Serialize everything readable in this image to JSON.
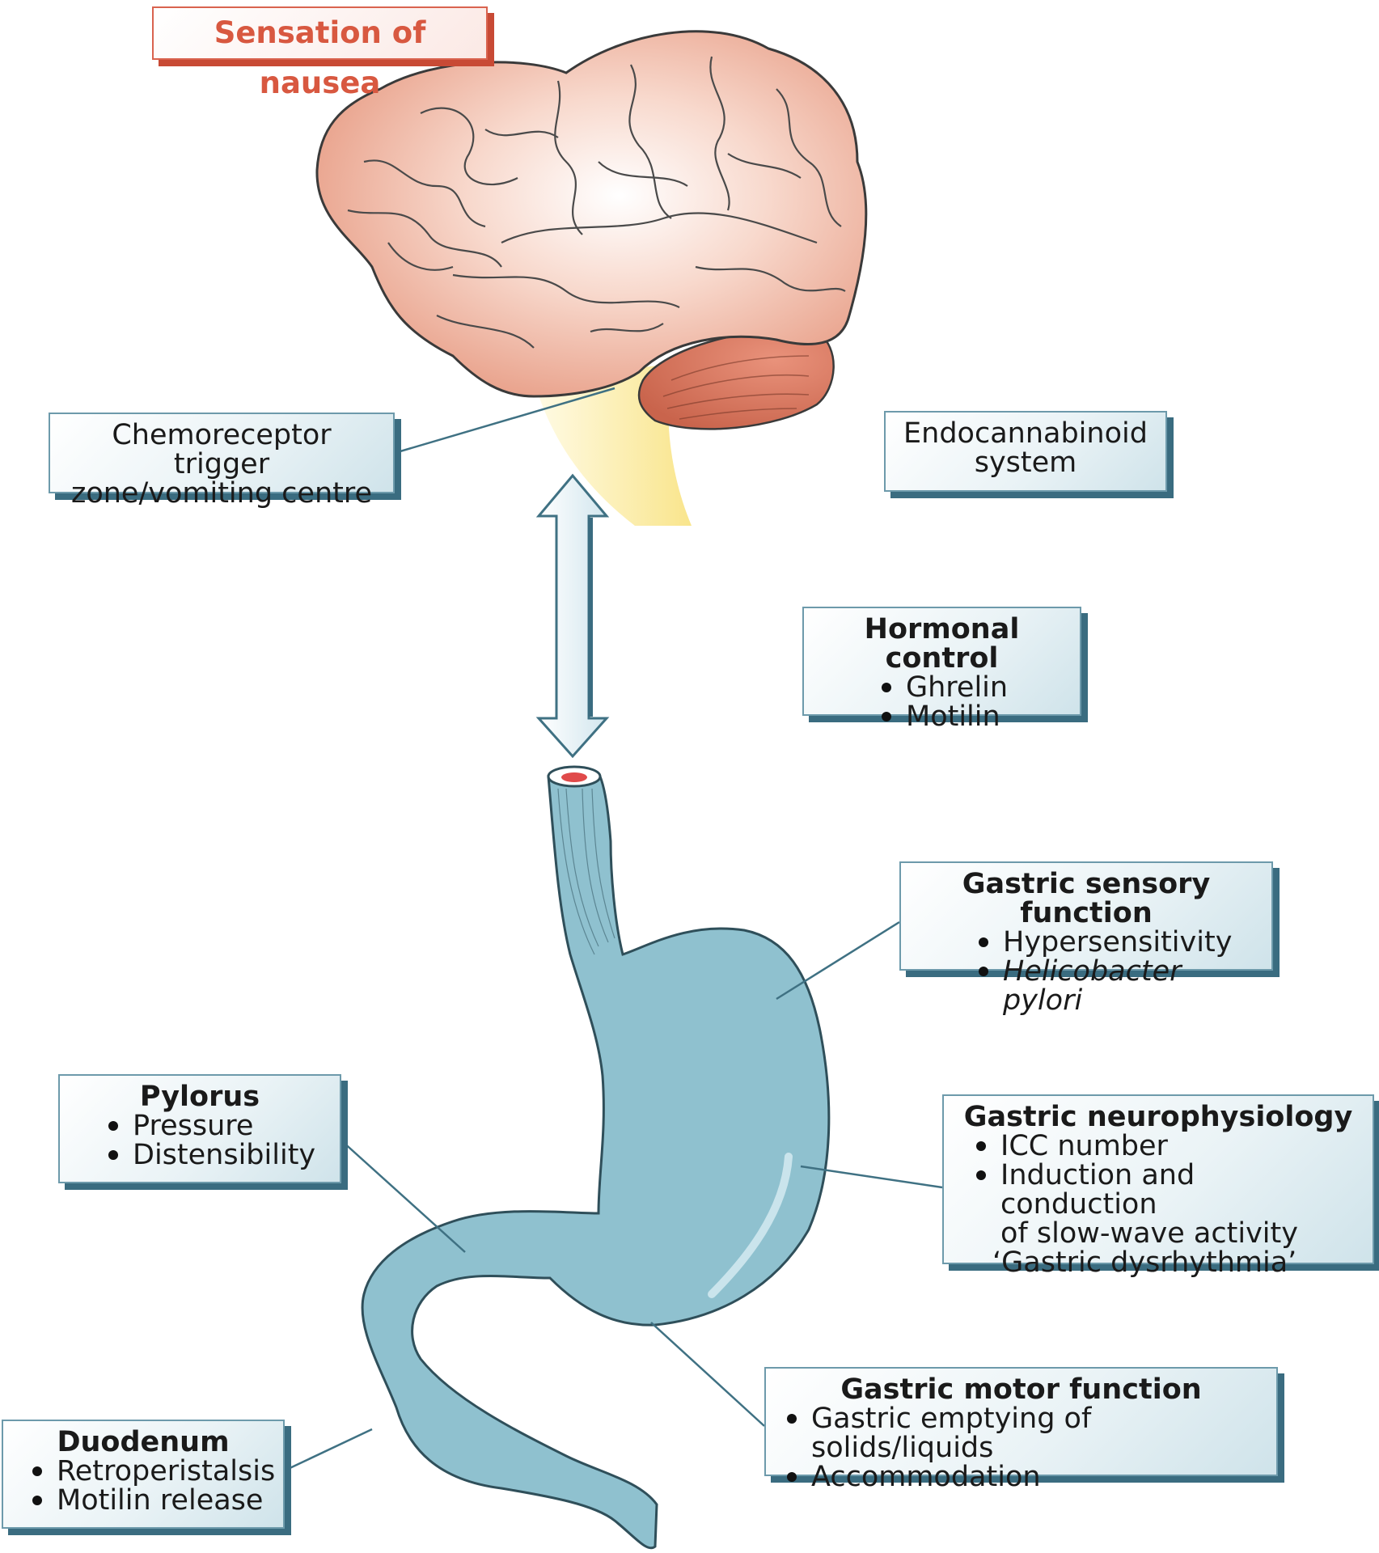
{
  "nausea": {
    "label": "Sensation of nausea"
  },
  "ctz": {
    "lines": [
      "Chemoreceptor trigger",
      "zone/vomiting centre"
    ]
  },
  "endocannabinoid": {
    "lines": [
      "Endocannabinoid",
      "system"
    ]
  },
  "hormonal": {
    "title": "Hormonal control",
    "items": [
      "Ghrelin",
      "Motilin"
    ]
  },
  "sensory": {
    "title": "Gastric sensory function",
    "items": [
      "Hypersensitivity",
      "Helicobacter pylori"
    ]
  },
  "pylorus": {
    "title": "Pylorus",
    "items": [
      "Pressure",
      "Distensibility"
    ]
  },
  "neuro": {
    "title": "Gastric neurophysiology",
    "items": [
      "ICC number",
      "Induction and conduction"
    ],
    "continuation": [
      "of slow-wave activity",
      "‘Gastric dysrhythmia’"
    ]
  },
  "motor": {
    "title": "Gastric motor function",
    "items": [
      "Gastric emptying of solids/liquids",
      "Accommodation"
    ]
  },
  "duodenum": {
    "title": "Duodenum",
    "items": [
      "Retroperistalsis",
      "Motilin release"
    ]
  },
  "colors": {
    "brain": "#efb6a3",
    "cerebellum": "#d9806b",
    "brainstem": "#fbe9a6",
    "stomach": "#8fc1cf",
    "box_shadow": "#3a6c80",
    "nausea_accent": "#d85840"
  }
}
